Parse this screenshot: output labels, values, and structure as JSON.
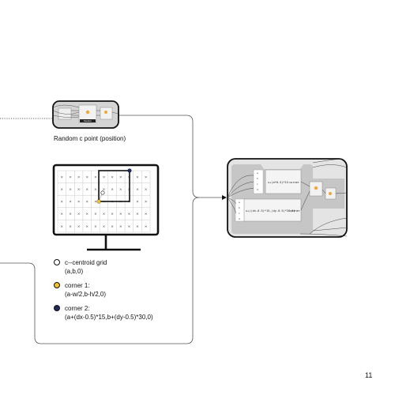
{
  "caption": "Random c point (position)",
  "legend": [
    {
      "title": "c--centroid grid",
      "formula": "(a,b,0)",
      "color": "#ffffff"
    },
    {
      "title": "corner 1:",
      "formula": "(a-w/2,b-h/2,0)",
      "color": "#f2c12e"
    },
    {
      "title": "corner 2:",
      "formula": "(a+(dx-0.5)*15,b+(dy-0.5)*30,0)",
      "color": "#1f2a5a"
    }
  ],
  "grid": {
    "columns": 11,
    "rows": 5,
    "cell_symbol": "×"
  },
  "top_node": {
    "label": "Random"
  },
  "right_node": {
    "expression_top": "x+(a*0.5)*15",
    "expression_bottom": "x+((dx-0.5)*15,(dy-0.5)*30,0)",
    "output_label": "corner",
    "input_ports": [
      "a",
      "b",
      "c",
      "d"
    ]
  },
  "page_number": "11"
}
